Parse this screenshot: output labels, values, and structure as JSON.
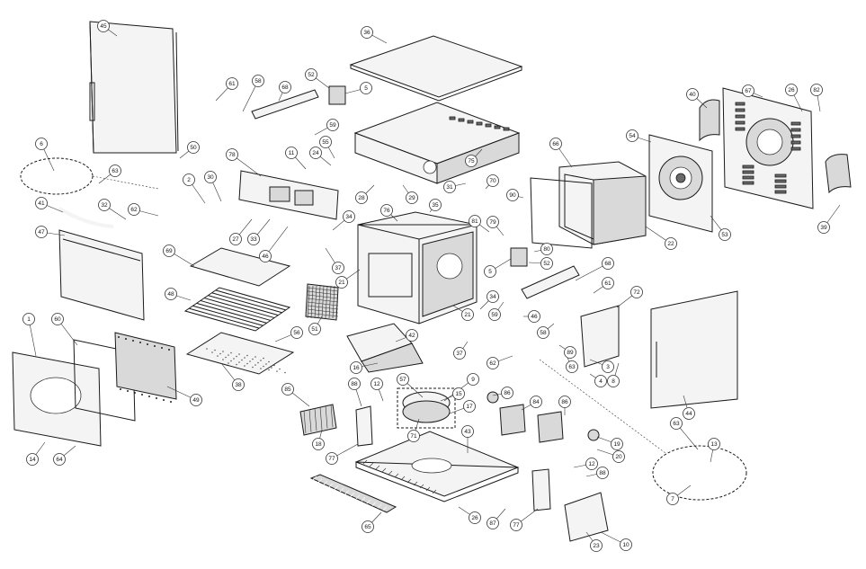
{
  "callouts": [
    "1",
    "2",
    "3",
    "4",
    "5",
    "6",
    "7",
    "8",
    "9",
    "10",
    "11",
    "12",
    "13",
    "14",
    "15",
    "16",
    "17",
    "18",
    "19",
    "20",
    "21",
    "22",
    "23",
    "24",
    "25",
    "26",
    "27",
    "28",
    "29",
    "30",
    "31",
    "32",
    "33",
    "34",
    "35",
    "36",
    "37",
    "38",
    "39",
    "40",
    "41",
    "42",
    "43",
    "44",
    "45",
    "46",
    "47",
    "48",
    "49",
    "50",
    "51",
    "52",
    "53",
    "54",
    "55",
    "56",
    "57",
    "58",
    "59",
    "60",
    "61",
    "62",
    "63",
    "64",
    "65",
    "66",
    "67",
    "68",
    "69",
    "70",
    "71",
    "72",
    "75",
    "76",
    "77",
    "78",
    "79",
    "80",
    "81",
    "82",
    "84",
    "85",
    "86",
    "87",
    "88",
    "89",
    "90"
  ]
}
